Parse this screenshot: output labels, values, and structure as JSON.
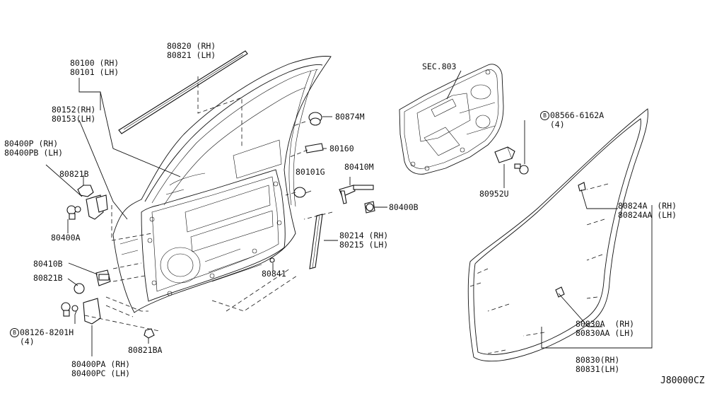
{
  "diagram_code": "J80000CZ",
  "labels": {
    "weatherstrip_outer": {
      "a": "80820 (RH)",
      "b": "80821 (LH)"
    },
    "door_panel": {
      "a": "80100 (RH)",
      "b": "80101 (LH)"
    },
    "door_assy": {
      "a": "80152(RH)",
      "b": "80153(LH)"
    },
    "upper_hinge": {
      "a": "80400P (RH)",
      "b": "80400PB (LH)"
    },
    "upper_nut": "80821B",
    "upper_bolt": "80400A",
    "grommet": "80874M",
    "sealing_screen": "80160",
    "clip_g": "80101G",
    "check_link": "80410M",
    "check_bolt": "80400B",
    "sash": {
      "a": "80214 (RH)",
      "b": "80215 (LH)"
    },
    "bracket_pin": "80841",
    "lower_bolt_link": "80410B",
    "lower_nut": "80821B",
    "lower_bolt": {
      "circle": "B",
      "text": "08126-8201H",
      "qty": "(4)"
    },
    "lower_hinge": {
      "a": "80400PA (RH)",
      "b": "80400PC (LH)"
    },
    "lower_nut_ba": "80821BA",
    "sec": "SEC.803",
    "screw": {
      "circle": "B",
      "text": "08566-6162A",
      "qty": "(4)"
    },
    "bracket_u": "80952U",
    "clip_a": {
      "a": "80824A  (RH)",
      "b": "80824AA (LH)"
    },
    "clip_830": {
      "a": "80830A  (RH)",
      "b": "80830AA (LH)"
    },
    "weatherstrip_body": {
      "a": "80830(RH)",
      "b": "80831(LH)"
    }
  }
}
